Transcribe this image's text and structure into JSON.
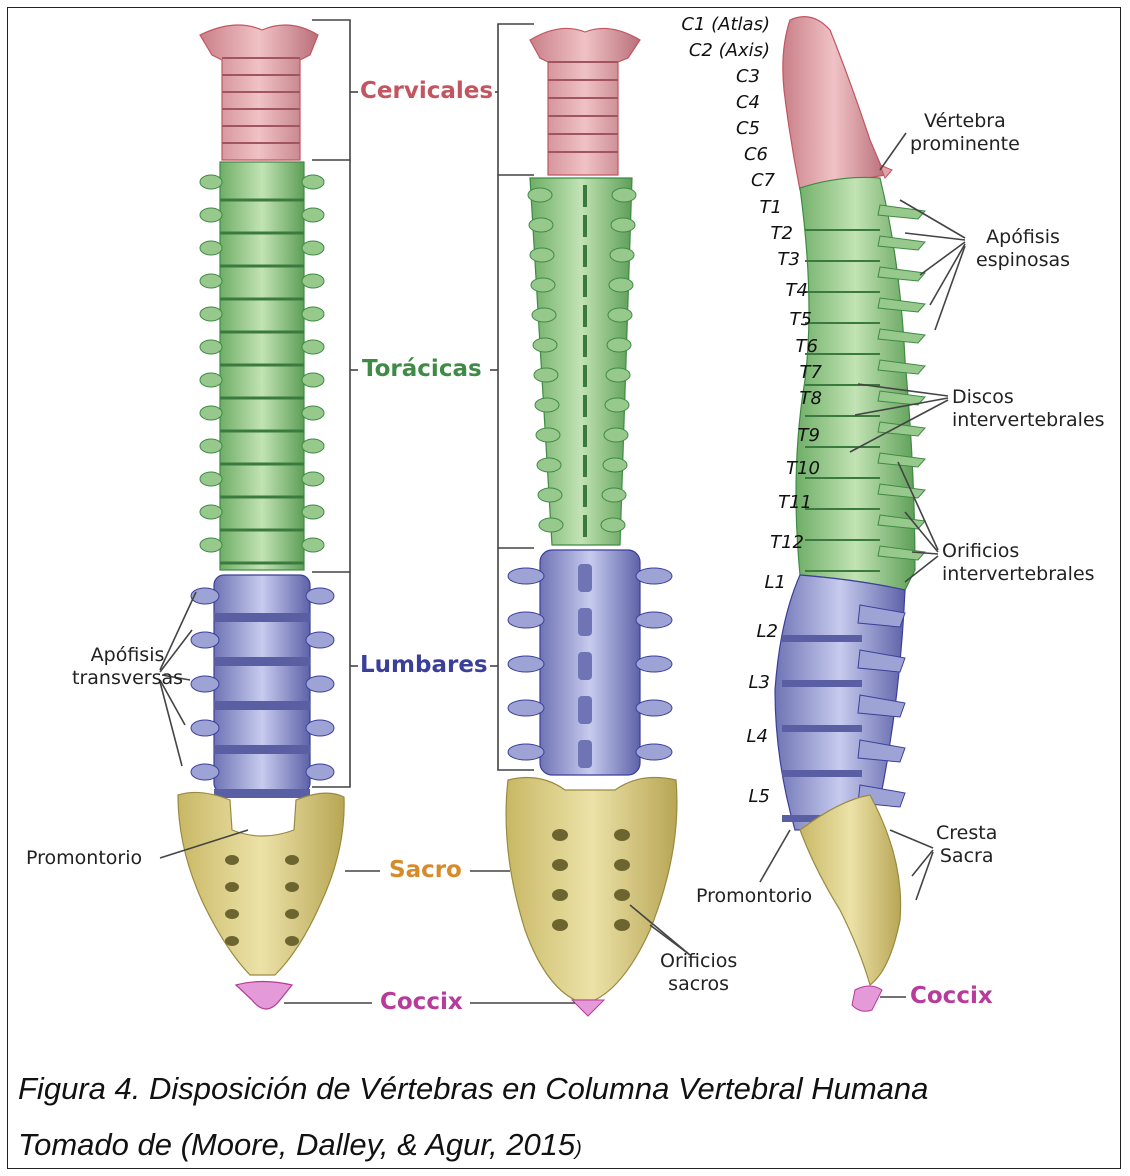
{
  "regions": {
    "cervical": "Cervicales",
    "thoracic": "Torácicas",
    "lumbar": "Lumbares",
    "sacrum": "Sacro",
    "coccyx": "Coccix",
    "coccyx_lateral": "Coccix"
  },
  "vertebra_labels": [
    "C1 (Atlas)",
    "C2 (Axis)",
    "C3",
    "C4",
    "C5",
    "C6",
    "C7",
    "T1",
    "T2",
    "T3",
    "T4",
    "T5",
    "T6",
    "T7",
    "T8",
    "T9",
    "T10",
    "T11",
    "T12",
    "L1",
    "L2",
    "L3",
    "L4",
    "L5"
  ],
  "annotations": {
    "apofisis_transversas": [
      "Apófisis",
      "transversas"
    ],
    "promontorio_front": "Promontorio",
    "vertebra_prominente": [
      "Vértebra",
      "prominente"
    ],
    "apofisis_espinosas": [
      "Apófisis",
      "espinosas"
    ],
    "discos": [
      "Discos",
      "intervertebrales"
    ],
    "orificios_intervertebrales": [
      "Orificios",
      "intervertebrales"
    ],
    "cresta_sacra": [
      "Cresta",
      "Sacra"
    ],
    "promontorio_lateral": "Promontorio",
    "orificios_sacros": [
      "Orificios",
      "sacros"
    ]
  },
  "caption": {
    "line1": "Figura 4. Disposición de Vértebras en Columna Vertebral Humana",
    "line2_text": "Tomado de  (Moore, Dalley, & Agur, 2015",
    "line2_paren": ")"
  },
  "colors": {
    "cervical": "#c25560",
    "cervical_fill": "#e2a3a8",
    "thoracic": "#3f8a45",
    "thoracic_fill": "#98c98c",
    "lumbar": "#3b3f9a",
    "lumbar_fill": "#9ea3d6",
    "sacrum": "#d78a2a",
    "sacrum_fill": "#dcd08a",
    "coccyx": "#b83a9a",
    "coccyx_fill": "#e49ad8"
  }
}
